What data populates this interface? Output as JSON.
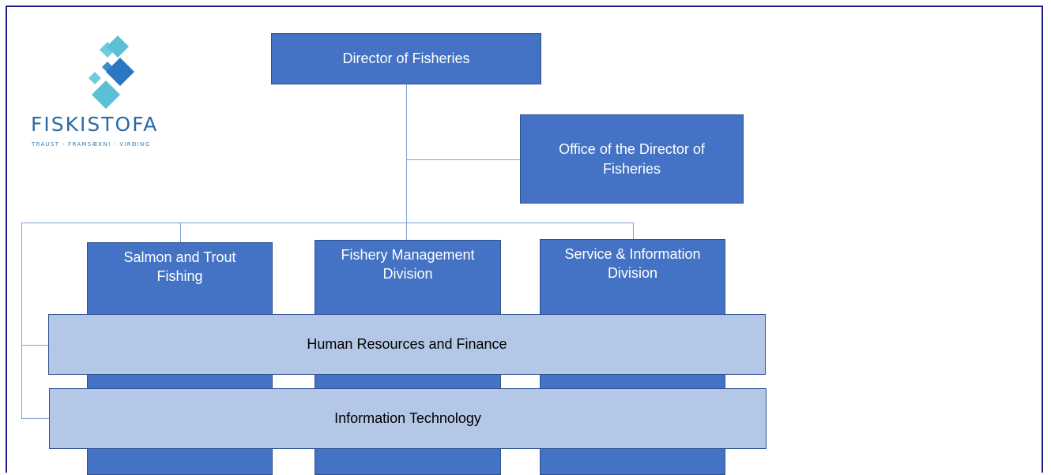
{
  "logo": {
    "name": "FISKISTOFA",
    "tagline": "TRAUST - FRAMSÆKNI - VIRÐING",
    "colors": {
      "primary": "#2b6aa6",
      "light": "#6fcbdc",
      "mid": "#3a8fcf"
    }
  },
  "chart": {
    "director": "Director of Fisheries",
    "office": "Office of the Director of Fisheries",
    "divisions": [
      "Salmon and Trout Fishing",
      "Fishery Management Division",
      "Service & Information Division"
    ],
    "cross_units": [
      "Human Resources and Finance",
      "Information Technology"
    ]
  },
  "colors": {
    "box_fill": "#4472c4",
    "box_border": "#2f528f",
    "cross_fill": "#b4c7e7",
    "connector": "#7f9fd4",
    "frame_border": "#1a1a8c"
  }
}
